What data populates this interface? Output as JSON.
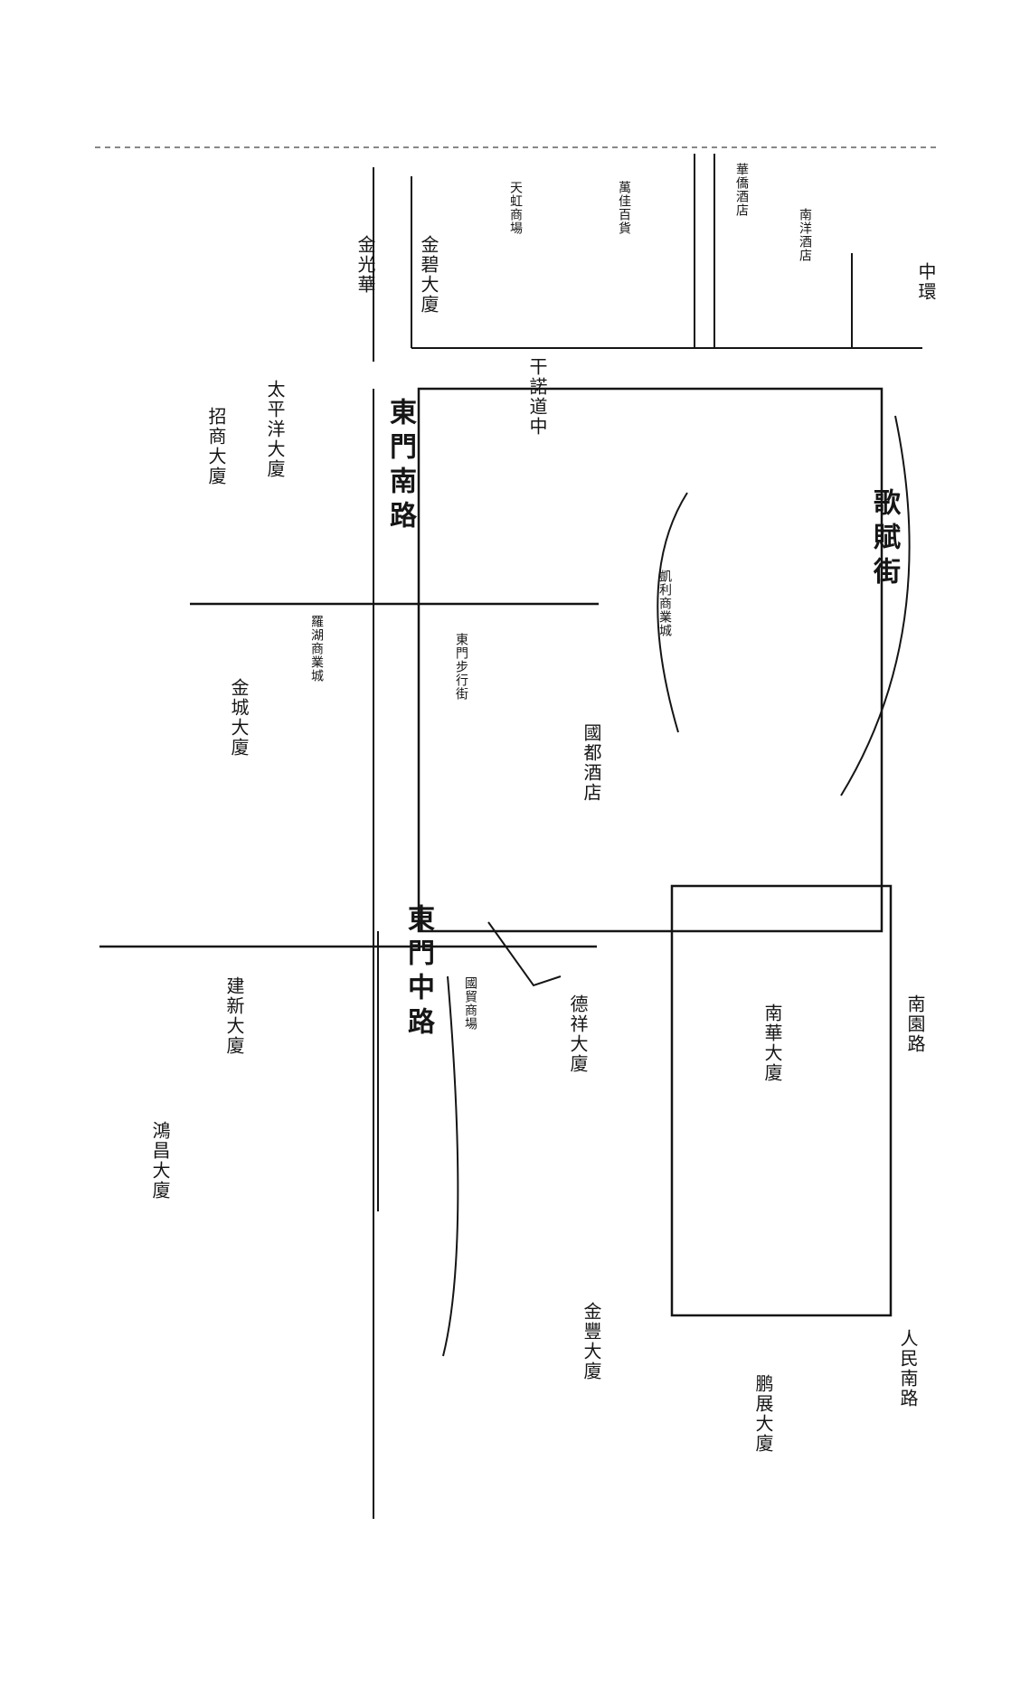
{
  "map": {
    "roads": {
      "road_1": "歌賦街",
      "road_2": "中環",
      "road_3": "干諾道中",
      "road_4": "東門南路",
      "road_5": "東門中路",
      "road_6": "南園路",
      "road_7": "人民南路"
    },
    "buildings": {
      "building_1": "金光華",
      "building_2": "金碧大廈",
      "building_3": "國都酒店",
      "building_4": "德祥大廈",
      "building_5": "建新大廈",
      "building_6": "鴻昌大廈",
      "building_7": "招商大廈",
      "building_8": "金城大廈",
      "building_9": "太平洋大廈",
      "building_10": "金豐大廈",
      "building_11": "鹏展大廈",
      "building_12": "南華大廈"
    },
    "shops": {
      "shop_1": "凱利商業城",
      "shop_2": "萬佳百貨",
      "shop_3": "天虹商場",
      "shop_4": "南洋酒店",
      "shop_5": "華僑酒店",
      "shop_6": "東門步行街",
      "shop_7": "羅湖商業城",
      "shop_8": "國貿商場"
    },
    "colors": {
      "ink": "#151515",
      "paper": "#ffffff"
    }
  }
}
